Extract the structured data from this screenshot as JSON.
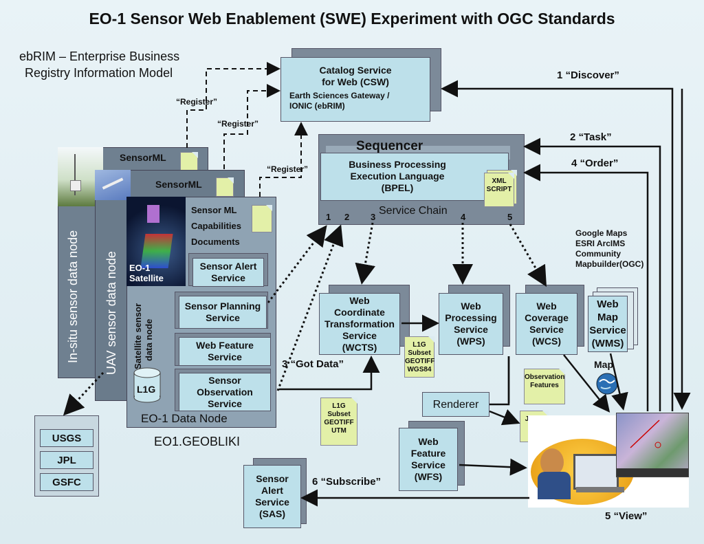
{
  "title": "EO-1 Sensor Web Enablement (SWE) Experiment with OGC Standards",
  "ebrim_note": [
    "ebRIM – Enterprise Business",
    "Registry Information Model"
  ],
  "csw": {
    "title": [
      "Catalog Service",
      "for Web (CSW)"
    ],
    "subtitle": [
      "Earth Sciences Gateway /",
      "IONIC (ebRIM)"
    ]
  },
  "register_label": "“Register”",
  "sequencer": {
    "title": "Sequencer",
    "bpel": [
      "Business Processing",
      "Execution Language",
      "(BPEL)"
    ],
    "xml_script": [
      "XML",
      "SCRIPT"
    ],
    "service_chain": "Service Chain",
    "ports": [
      "1",
      "2",
      "3",
      "4",
      "5"
    ]
  },
  "nodes": {
    "insitu": "In-situ sensor data node",
    "uav": "UAV sensor data node",
    "satellite": [
      "Satellite sensor",
      "data node"
    ],
    "sensorml": "SensorML",
    "eo1_satellite": [
      "EO-1",
      "Satellite"
    ],
    "capabilities": [
      "Sensor ML",
      "Capabilities",
      "Documents"
    ],
    "sensor_alert": [
      "Sensor Alert",
      "Service"
    ],
    "sensor_planning": [
      "Sensor Planning",
      "Service"
    ],
    "web_feature": [
      "Web Feature",
      "Service"
    ],
    "sensor_observation": [
      "Sensor",
      "Observation",
      "Service"
    ],
    "l1g": "L1G",
    "data_node": "EO-1 Data Node",
    "geobliki": "EO1.GEOBLIKI"
  },
  "orgs": [
    "USGS",
    "JPL",
    "GSFC"
  ],
  "services": {
    "wcts": [
      "Web",
      "Coordinate",
      "Transformation",
      "Service",
      "(WCTS)"
    ],
    "wps": [
      "Web",
      "Processing",
      "Service",
      "(WPS)"
    ],
    "wcs": [
      "Web",
      "Coverage",
      "Service",
      "(WCS)"
    ],
    "wms": [
      "Web",
      "Map",
      "Service",
      "(WMS)"
    ],
    "wfs": [
      "Web",
      "Feature",
      "Service",
      "(WFS)"
    ],
    "sas": [
      "Sensor",
      "Alert",
      "Service",
      "(SAS)"
    ],
    "renderer": "Renderer"
  },
  "docs": {
    "l1g_wgs84": [
      "L1G",
      "Subset",
      "GEOTIFF",
      "WGS84"
    ],
    "l1g_utm": [
      "L1G",
      "Subset",
      "GEOTIFF",
      "UTM"
    ],
    "obs_features": [
      "Observation",
      "Features"
    ],
    "jpeg": "JPEG"
  },
  "map_clients": [
    "Google Maps",
    "ESRI ArcIMS",
    "Community",
    "Mapbuilder(OGC)"
  ],
  "map_label": "Map",
  "steps": {
    "discover": "1 “Discover”",
    "task": "2 “Task”",
    "order": "4 “Order”",
    "got_data": "3 “Got Data”",
    "subscribe": "6 “Subscribe”",
    "view": "5 “View”"
  },
  "colors": {
    "box_fill": "#bde0ea",
    "shadow": "#7c8a99",
    "doc_fill": "#e3f0a8",
    "panel": "#6f8090"
  }
}
